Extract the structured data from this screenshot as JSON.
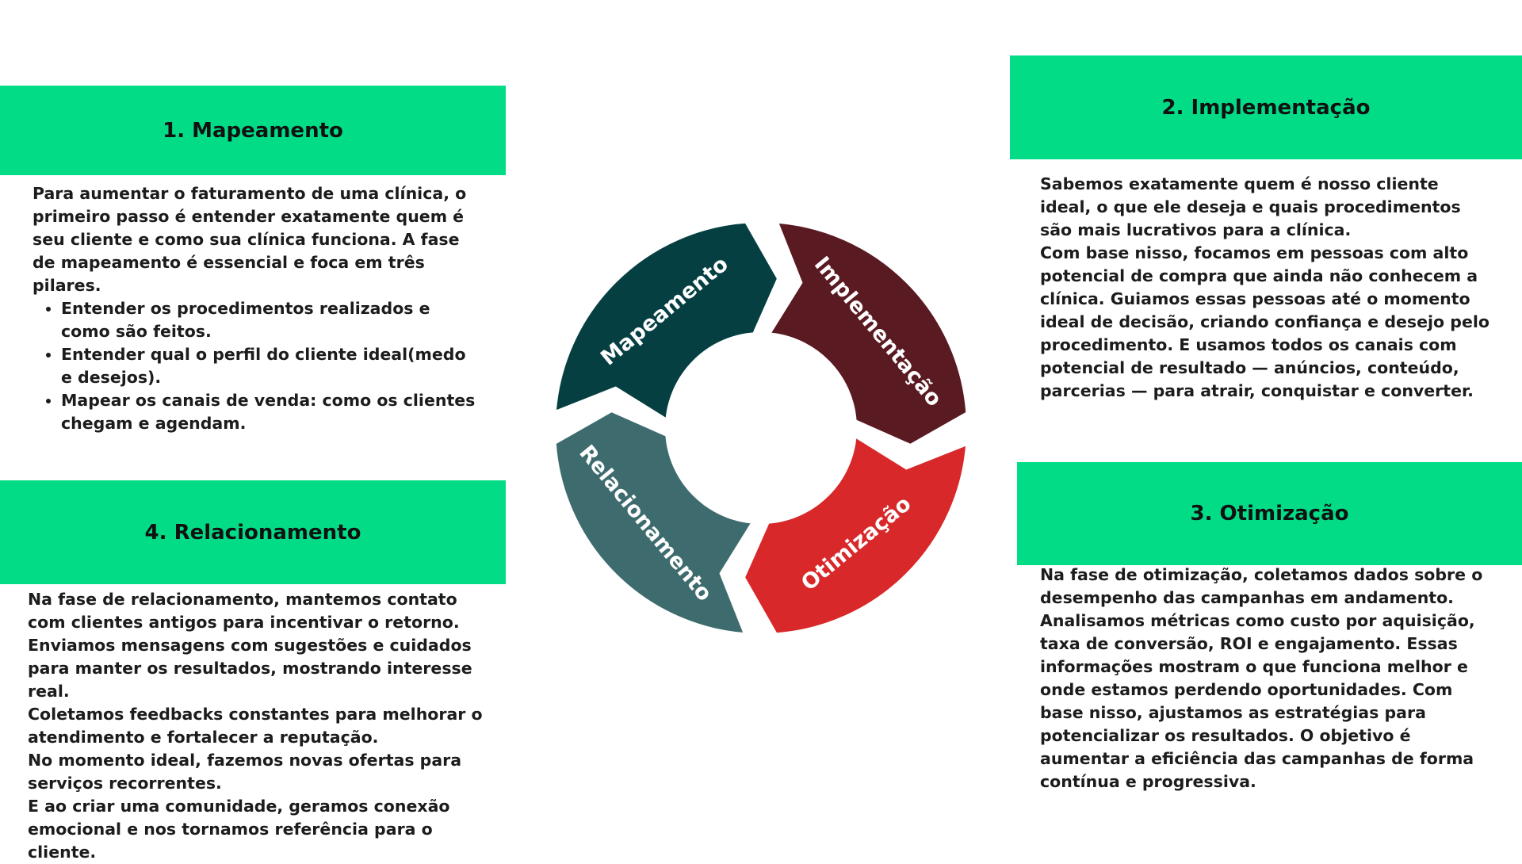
{
  "panels": {
    "mapeamento": {
      "title": "1. Mapeamento",
      "intro": "Para aumentar o faturamento de uma clínica, o primeiro passo é entender exatamente quem é seu cliente e como sua clínica funciona. A fase de mapeamento é essencial e foca em três pilares.",
      "bullets": [
        "Entender os procedimentos realizados e como são feitos.",
        "Entender qual o perfil do cliente ideal(medo e desejos).",
        "Mapear os canais de venda: como os clientes chegam e agendam."
      ]
    },
    "implementacao": {
      "title": "2. Implementação",
      "paragraphs": [
        "Sabemos exatamente quem é nosso cliente ideal, o que ele deseja e quais procedimentos são mais lucrativos para a clínica.",
        "Com base nisso, focamos em pessoas com alto potencial de compra que ainda não conhecem a clínica. Guiamos essas pessoas até o momento ideal de decisão, criando confiança e desejo pelo procedimento. E usamos todos os canais com potencial de resultado — anúncios, conteúdo, parcerias — para atrair, conquistar e converter."
      ]
    },
    "otimizacao": {
      "title": "3. Otimização",
      "paragraphs": [
        "Na fase de otimização, coletamos dados sobre o desempenho das campanhas em andamento. Analisamos métricas como custo por aquisição, taxa de conversão, ROI e engajamento. Essas informações mostram o que funciona melhor e onde estamos perdendo oportunidades. Com base nisso, ajustamos as estratégias para potencializar os resultados. O objetivo é aumentar a eficiência das campanhas de forma contínua e progressiva."
      ]
    },
    "relacionamento": {
      "title": "4. Relacionamento",
      "paragraphs": [
        "Na fase de relacionamento, mantemos contato com clientes antigos para incentivar o retorno.",
        "Enviamos mensagens com sugestões e cuidados para manter os resultados, mostrando interesse real.",
        "Coletamos feedbacks constantes para melhorar o atendimento e fortalecer a reputação.",
        "No momento ideal, fazemos novas ofertas para serviços recorrentes.",
        "E ao criar uma comunidade, geramos conexão emocional e nos tornamos referência para o cliente."
      ]
    }
  },
  "cycle": {
    "segments": [
      {
        "label": "Mapeamento",
        "color": "#053f42"
      },
      {
        "label": "Implementação",
        "color": "#5a1a22"
      },
      {
        "label": "Otimização",
        "color": "#d8282a"
      },
      {
        "label": "Relacionamento",
        "color": "#3e6c6e"
      }
    ]
  },
  "colors": {
    "header": "#02dc87",
    "background": "#ffffff",
    "text": "#1c1c1c"
  }
}
